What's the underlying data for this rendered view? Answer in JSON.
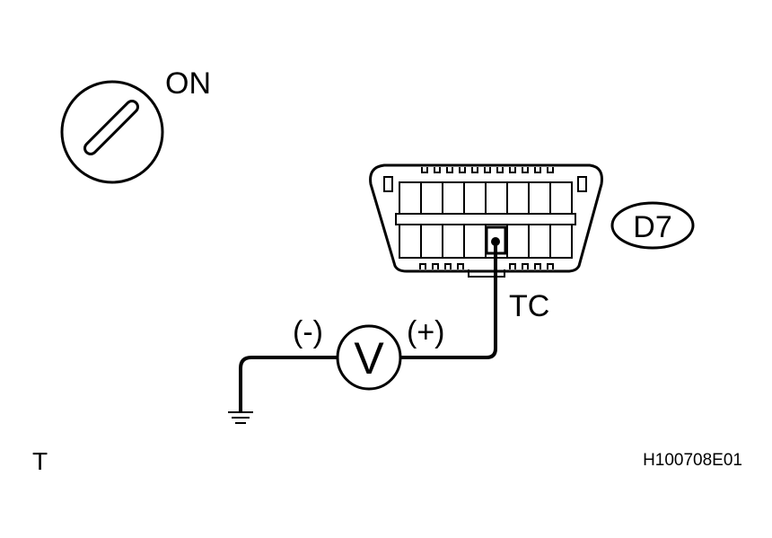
{
  "ignition": {
    "label": "ON",
    "icon": "ignition-key-icon"
  },
  "connector": {
    "code": "D7",
    "terminal_label": "TC",
    "icon": "dlc3-connector-icon"
  },
  "meter": {
    "symbol": "V",
    "negative_label": "(-)",
    "positive_label": "(+)",
    "icon": "voltmeter-icon"
  },
  "ground": {
    "icon": "ground-icon"
  },
  "footer": {
    "left_mark": "T",
    "figure_id": "H100708E01"
  }
}
